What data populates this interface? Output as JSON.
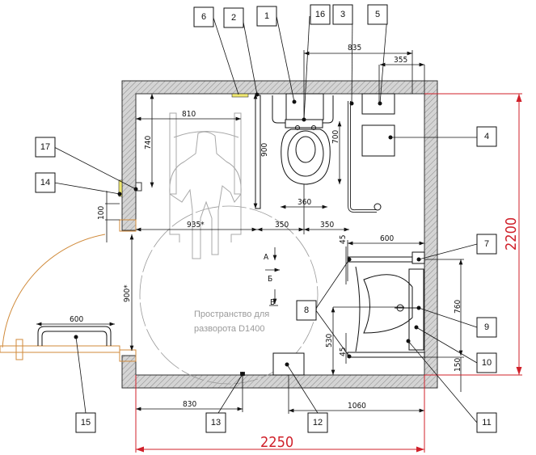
{
  "title": "Accessible restroom plan",
  "callouts": [
    "1",
    "2",
    "3",
    "4",
    "5",
    "6",
    "7",
    "8",
    "9",
    "10",
    "11",
    "12",
    "13",
    "14",
    "15",
    "16",
    "17"
  ],
  "dimensions": {
    "d835": "835",
    "d355": "355",
    "d810": "810",
    "d740": "740",
    "d900v": "900",
    "d700": "700",
    "d360": "360",
    "d935": "935*",
    "d350a": "350",
    "d350b": "350",
    "d100": "100",
    "d900s": "900*",
    "d600door": "600",
    "d830": "830",
    "d1060": "1060",
    "d600sink": "600",
    "d45a": "45",
    "d45b": "45",
    "d760": "760",
    "d530": "530",
    "d150": "150",
    "overall_width": "2250",
    "overall_height": "2200"
  },
  "section_marks": [
    "А",
    "Б",
    "В"
  ],
  "turning_space": [
    "Пространство для",
    "разворота D1400"
  ],
  "colors": {
    "wall": "#c8c8c8",
    "door": "#d08a3a",
    "overall_dim": "#d0202a",
    "fixture_yellow": "#f0e870"
  }
}
